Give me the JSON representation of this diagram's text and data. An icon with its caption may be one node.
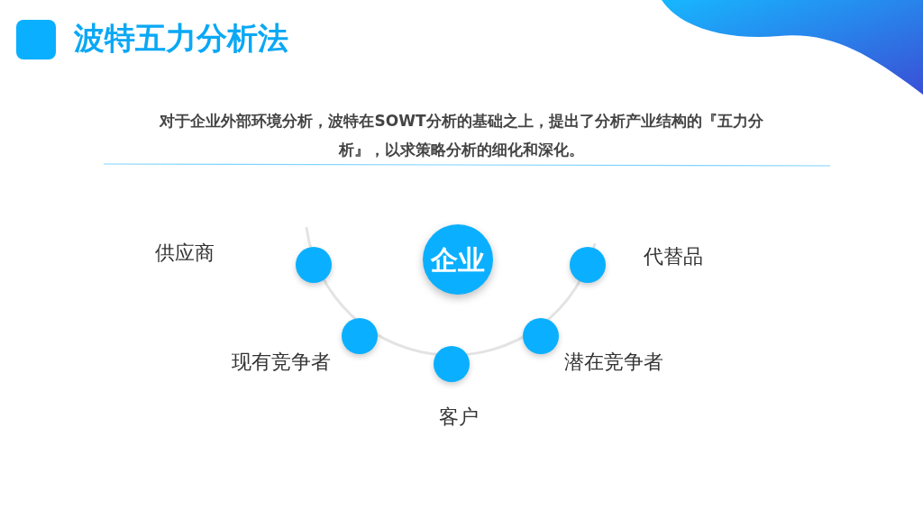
{
  "diagram": {
    "title": "波特五力分析法",
    "nodes": [
      {
        "text": [],
        "shape": "box"
      },
      {
        "text": [
          "企业"
        ]
      },
      {
        "text": [],
        "shape": "circle"
      },
      {
        "text": [],
        "shape": "circle",
        "beside": [
          "现有竞争者"
        ]
      },
      {
        "text": [],
        "shape": "circle",
        "beside": [
          "客户"
        ]
      },
      {
        "text": [],
        "shape": "circle",
        "beside": [
          "潜在竞争者"
        ]
      },
      {
        "text": [],
        "shape": "circle",
        "beside": [
          "代替品"
        ]
      }
    ],
    "labels": [
      "对于企业外部环境分析，波特在SOWT分析的基础之上，提出了分析产业结构的『五力分析』，以求策略分析的细化和深化。",
      "供应商"
    ]
  }
}
